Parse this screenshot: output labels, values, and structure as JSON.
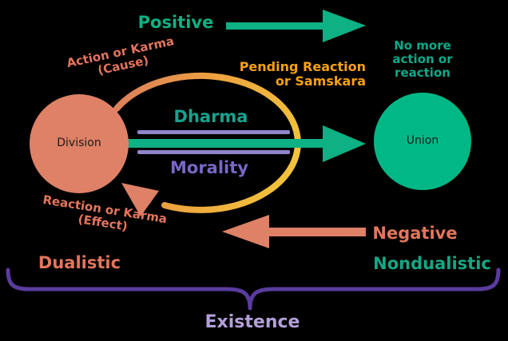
{
  "colors": {
    "background": "#000000",
    "green": "#0db183",
    "green_circle": "#00b886",
    "teal_text": "#18a28d",
    "no_more_green": "#0caa89",
    "nondualistic_green": "#14a785",
    "coral": "#de8166",
    "coral_text": "#e3755c",
    "orange_text": "#f7a112",
    "arc_coral": "#db7b5e",
    "arc_orange": "#eda23f",
    "arc_yellow": "#f2c63c",
    "lavender_bar": "#9184cb",
    "purple_text": "#7a67c5",
    "brace_purple": "#5a3c9e",
    "existence_purple": "#b2a0d8",
    "circle_label": "#1a1a1a"
  },
  "labels": {
    "positive": "Positive",
    "action_karma_line1": "Action or Karma",
    "action_karma_line2": "(Cause)",
    "pending_line1": "Pending Reaction",
    "pending_line2": "or Samskara",
    "no_more_line1": "No more",
    "no_more_line2": "action or",
    "no_more_line3": "reaction",
    "dharma": "Dharma",
    "morality": "Morality",
    "division": "Division",
    "union": "Union",
    "reaction_karma_line1": "Reaction or Karma",
    "reaction_karma_line2": "(Effect)",
    "negative": "Negative",
    "dualistic": "Dualistic",
    "nondualistic": "Nondualistic",
    "existence": "Existence"
  }
}
